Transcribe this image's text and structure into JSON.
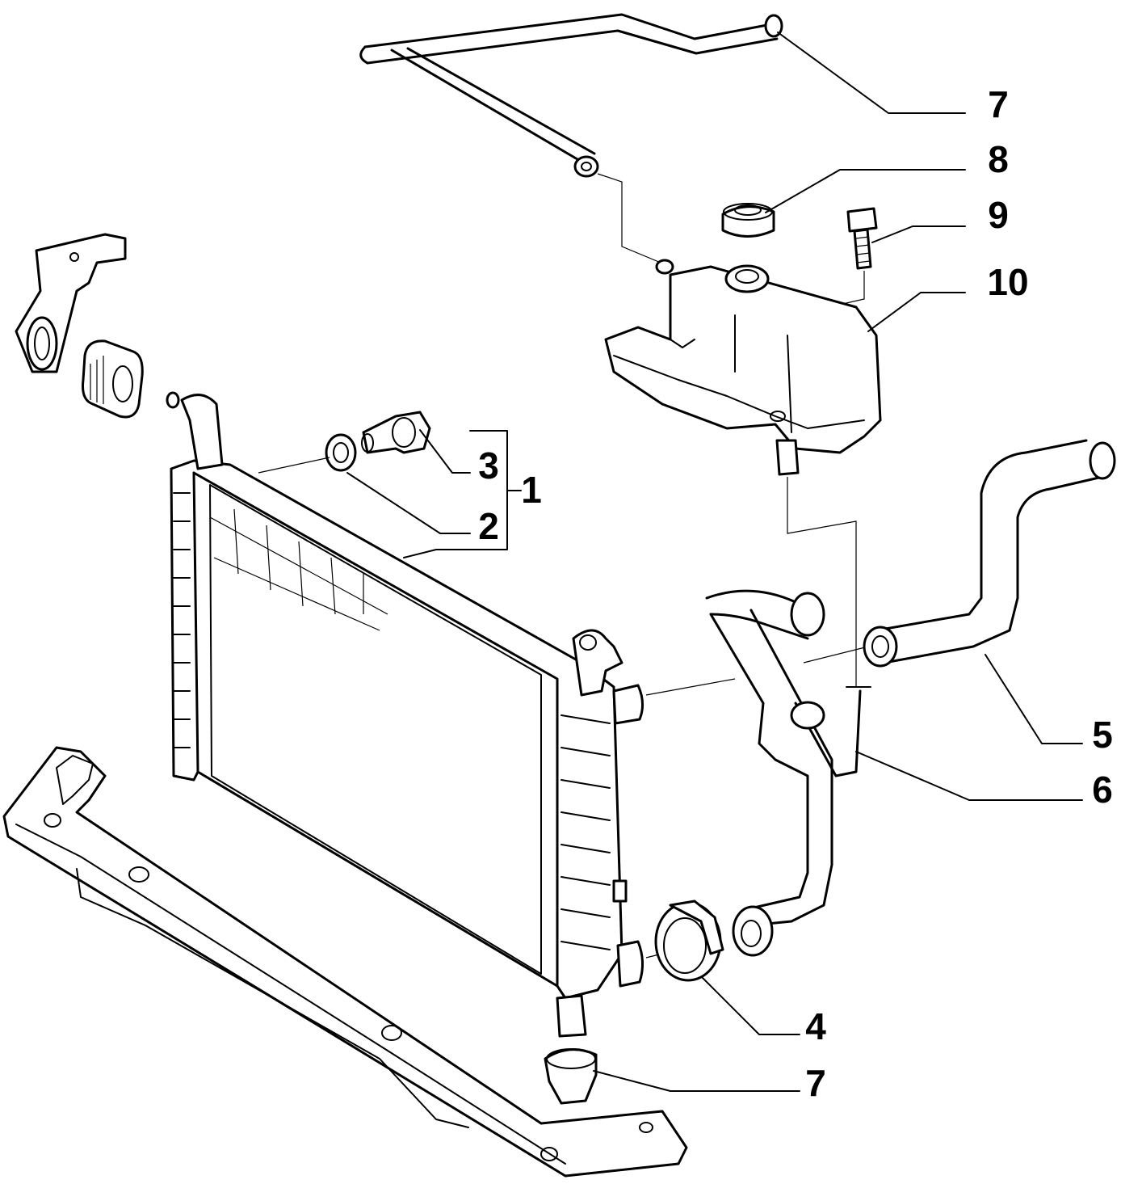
{
  "callouts": [
    {
      "id": "callout-7-top",
      "text": "7"
    },
    {
      "id": "callout-8",
      "text": "8"
    },
    {
      "id": "callout-9",
      "text": "9"
    },
    {
      "id": "callout-10",
      "text": "10"
    },
    {
      "id": "callout-3",
      "text": "3"
    },
    {
      "id": "callout-1",
      "text": "1"
    },
    {
      "id": "callout-2",
      "text": "2"
    },
    {
      "id": "callout-5",
      "text": "5"
    },
    {
      "id": "callout-6",
      "text": "6"
    },
    {
      "id": "callout-4",
      "text": "4"
    },
    {
      "id": "callout-7-bottom",
      "text": "7"
    }
  ]
}
